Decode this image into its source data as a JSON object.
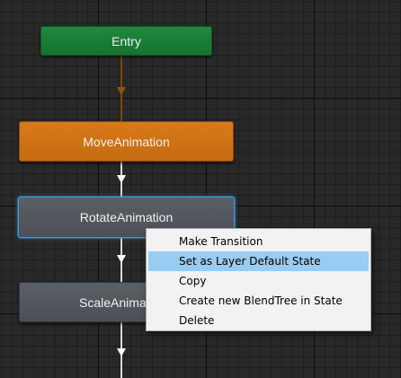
{
  "graph": {
    "nodes": [
      {
        "id": "entry",
        "label": "Entry",
        "color": "#1b7f36"
      },
      {
        "id": "move",
        "label": "MoveAnimation",
        "color": "#cf7316"
      },
      {
        "id": "rotate",
        "label": "RotateAnimation",
        "color": "#54585e",
        "selected": true,
        "selection_color": "#3f97d8"
      },
      {
        "id": "scale",
        "label": "ScaleAnimation",
        "color": "#54585e"
      }
    ]
  },
  "context_menu": {
    "items": [
      {
        "label": "Make Transition"
      },
      {
        "label": "Set as Layer Default State",
        "highlighted": true
      },
      {
        "label": "Copy"
      },
      {
        "label": "Create new BlendTree in State"
      },
      {
        "label": "Delete"
      }
    ],
    "highlight_color": "#99ccf3"
  }
}
